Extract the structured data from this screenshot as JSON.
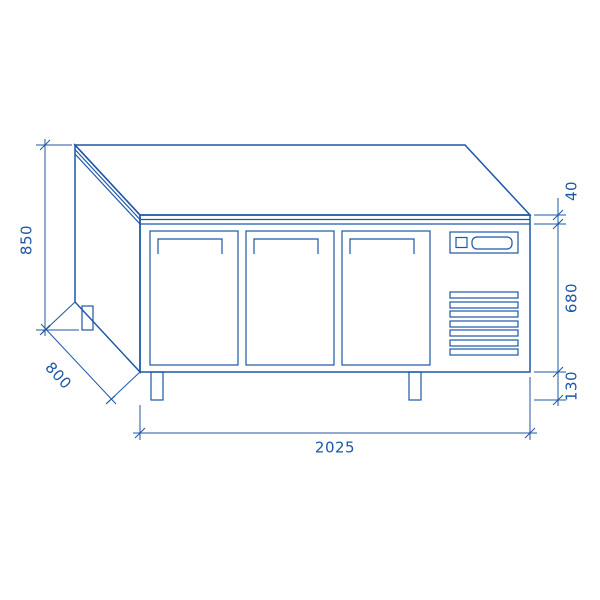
{
  "drawing": {
    "dimensions": {
      "overall_height_mm": "850",
      "depth_mm": "800",
      "overall_width_mm": "2025",
      "worktop_thickness_mm": "40",
      "body_height_mm": "680",
      "leg_height_mm": "130"
    },
    "colors": {
      "line": "#1d57a6",
      "background": "#ffffff"
    }
  }
}
